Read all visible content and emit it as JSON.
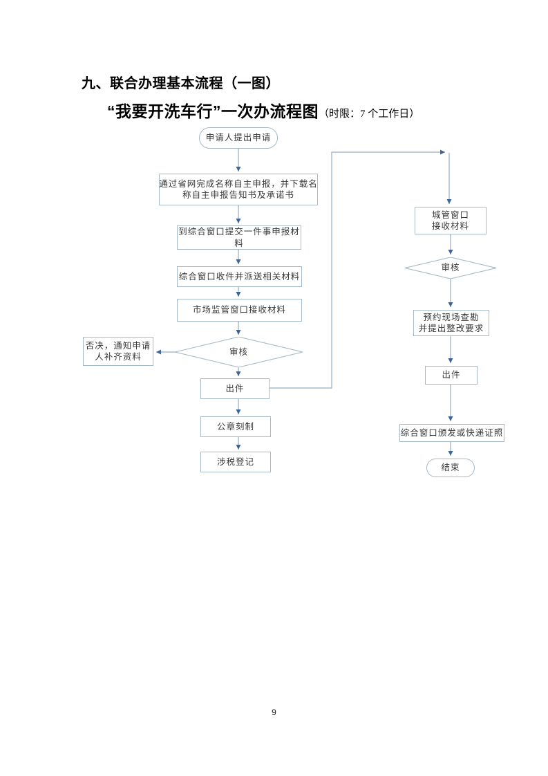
{
  "document": {
    "heading": "九、联合办理基本流程（一图）",
    "subtitle": "“我要开洗车行”一次办流程图",
    "subtitle_note": "（时限：7 个工作日）",
    "page_number": "9"
  },
  "colors": {
    "node_border": "#a6b9c6",
    "connector_line": "#94adc2",
    "arrowhead": "#3b669c",
    "text": "#383838"
  },
  "flowchart": {
    "start": "申请人提出申请",
    "online_declaration": "通过省网完成名称自主申报，并下载名\n称自主申报告知书及承诺书",
    "submit_materials": "到综合窗口提交一件事申报材\n料",
    "window_receive_dispatch": "综合窗口收件并派送相关材料",
    "market_window_receive": "市场监管窗口接收材料",
    "review_left": "审核",
    "reject_notice": "否决，通知申请\n人补齐资料",
    "issue_left": "出件",
    "seal_engraving": "公章刻制",
    "tax_registration": "涉税登记",
    "urban_window_receive": "城管窗口\n接收材料",
    "review_right": "审核",
    "site_survey": "预约现场查勘\n并提出整改要求",
    "issue_right": "出件",
    "license_delivery": "综合窗口颁发或快递证照",
    "end": "结束"
  }
}
